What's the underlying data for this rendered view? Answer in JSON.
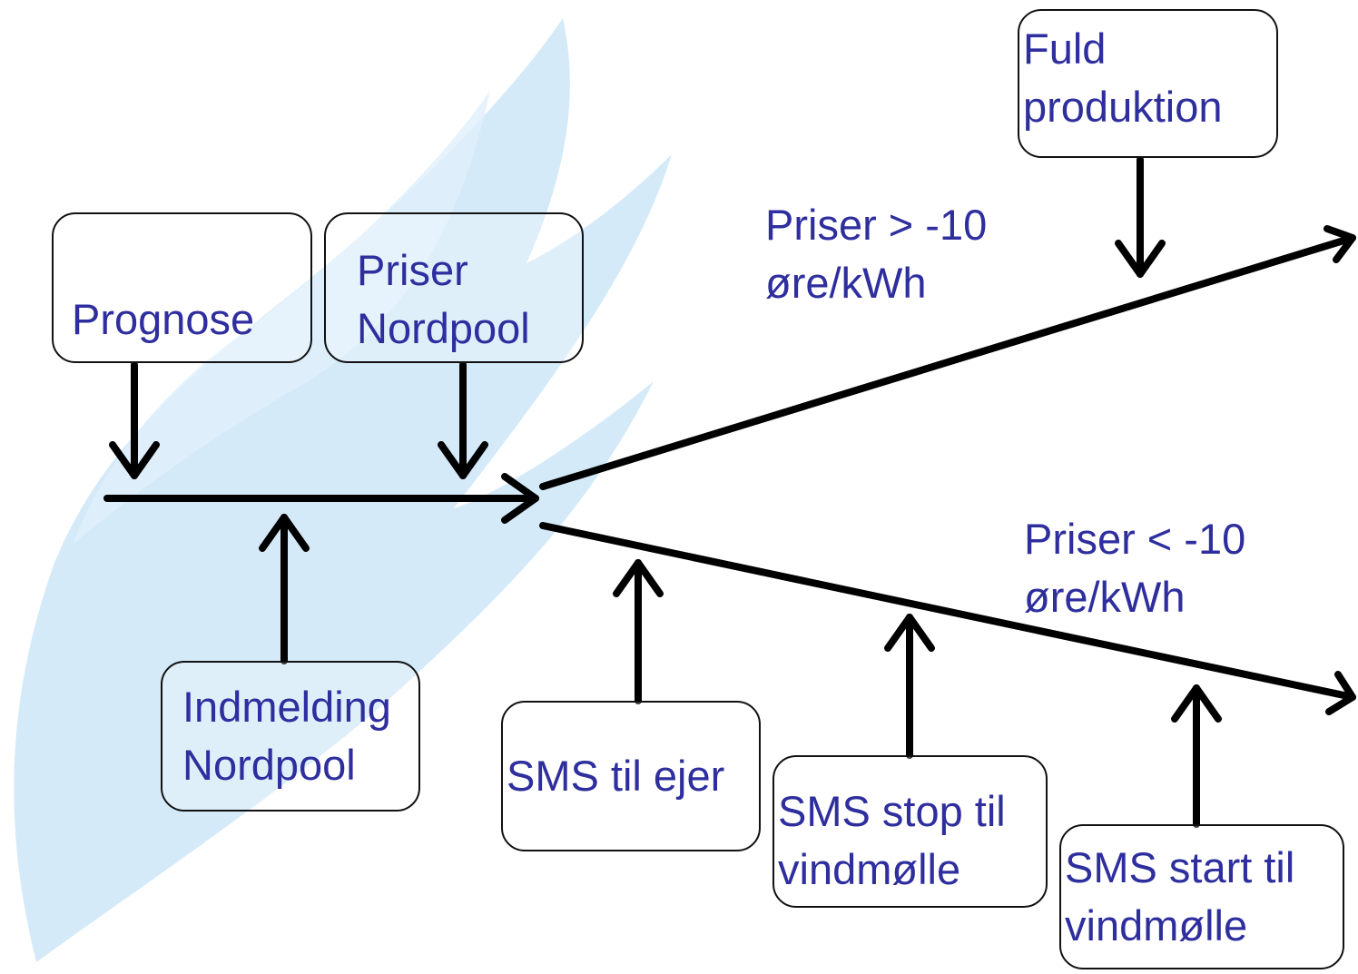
{
  "nodes": {
    "fuld_produktion": [
      "Fuld",
      "produktion"
    ],
    "prognose": [
      "Prognose"
    ],
    "priser_nordpool": [
      "Priser",
      "Nordpool"
    ],
    "indmelding_nordpool": [
      "Indmelding",
      "Nordpool"
    ],
    "sms_til_ejer": [
      "SMS til ejer"
    ],
    "sms_stop": [
      "SMS stop til",
      "vindmølle"
    ],
    "sms_start": [
      "SMS start til",
      "vindmølle"
    ]
  },
  "edge_labels": {
    "high_price": [
      "Priser > -10",
      "øre/kWh"
    ],
    "low_price": [
      "Priser < -10",
      "øre/kWh"
    ]
  },
  "colors": {
    "text": "#2e2e9e",
    "arrow": "#000000",
    "box_border": "#111111",
    "watermark": "#c5e3f6"
  }
}
